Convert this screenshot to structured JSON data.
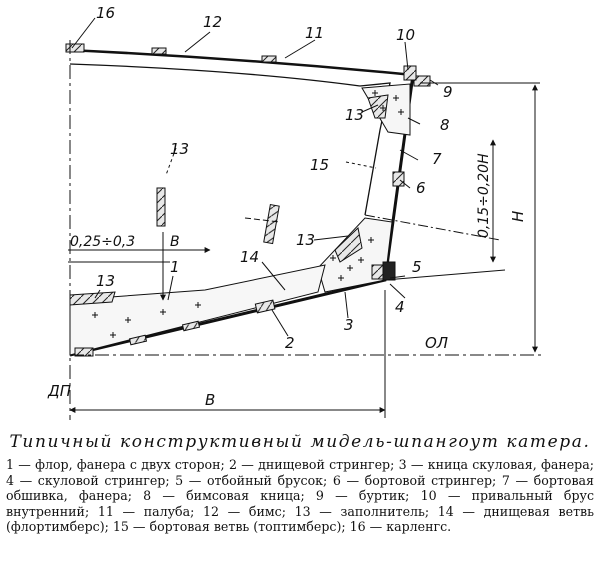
{
  "drawing": {
    "part_numbers": [
      "1",
      "2",
      "3",
      "4",
      "5",
      "6",
      "7",
      "8",
      "9",
      "10",
      "11",
      "12",
      "13",
      "14",
      "15",
      "16"
    ],
    "label_13_extra": [
      "13",
      "13"
    ],
    "dimensions": {
      "keel_height": "0,25÷0,3",
      "beam_b_small": "В",
      "beam_b": "В",
      "depth_h": "Н",
      "chine_height": "0,15÷0,20Н",
      "waterline": "ОЛ",
      "centerline": "ДП"
    }
  },
  "caption": {
    "title": "Типичный конструктивный мидель-шпангоут катера.",
    "body": "1 — флор, фанера с двух сторон; 2 — днищевой стрингер; 3 — кница скуловая, фанера; 4 — скуловой стрингер; 5 — отбойный брусок; 6 — бортовой стрингер; 7 — бортовая обшивка, фанера; 8 — бимсовая кница; 9 — буртик; 10 — привальный брус внутренний; 11 — палуба; 12 — бимс; 13 — заполнитель; 14 — днищевая ветвь (флортимберс); 15 — бортовая ветвь (топтимберс); 16 — карленгс."
  }
}
